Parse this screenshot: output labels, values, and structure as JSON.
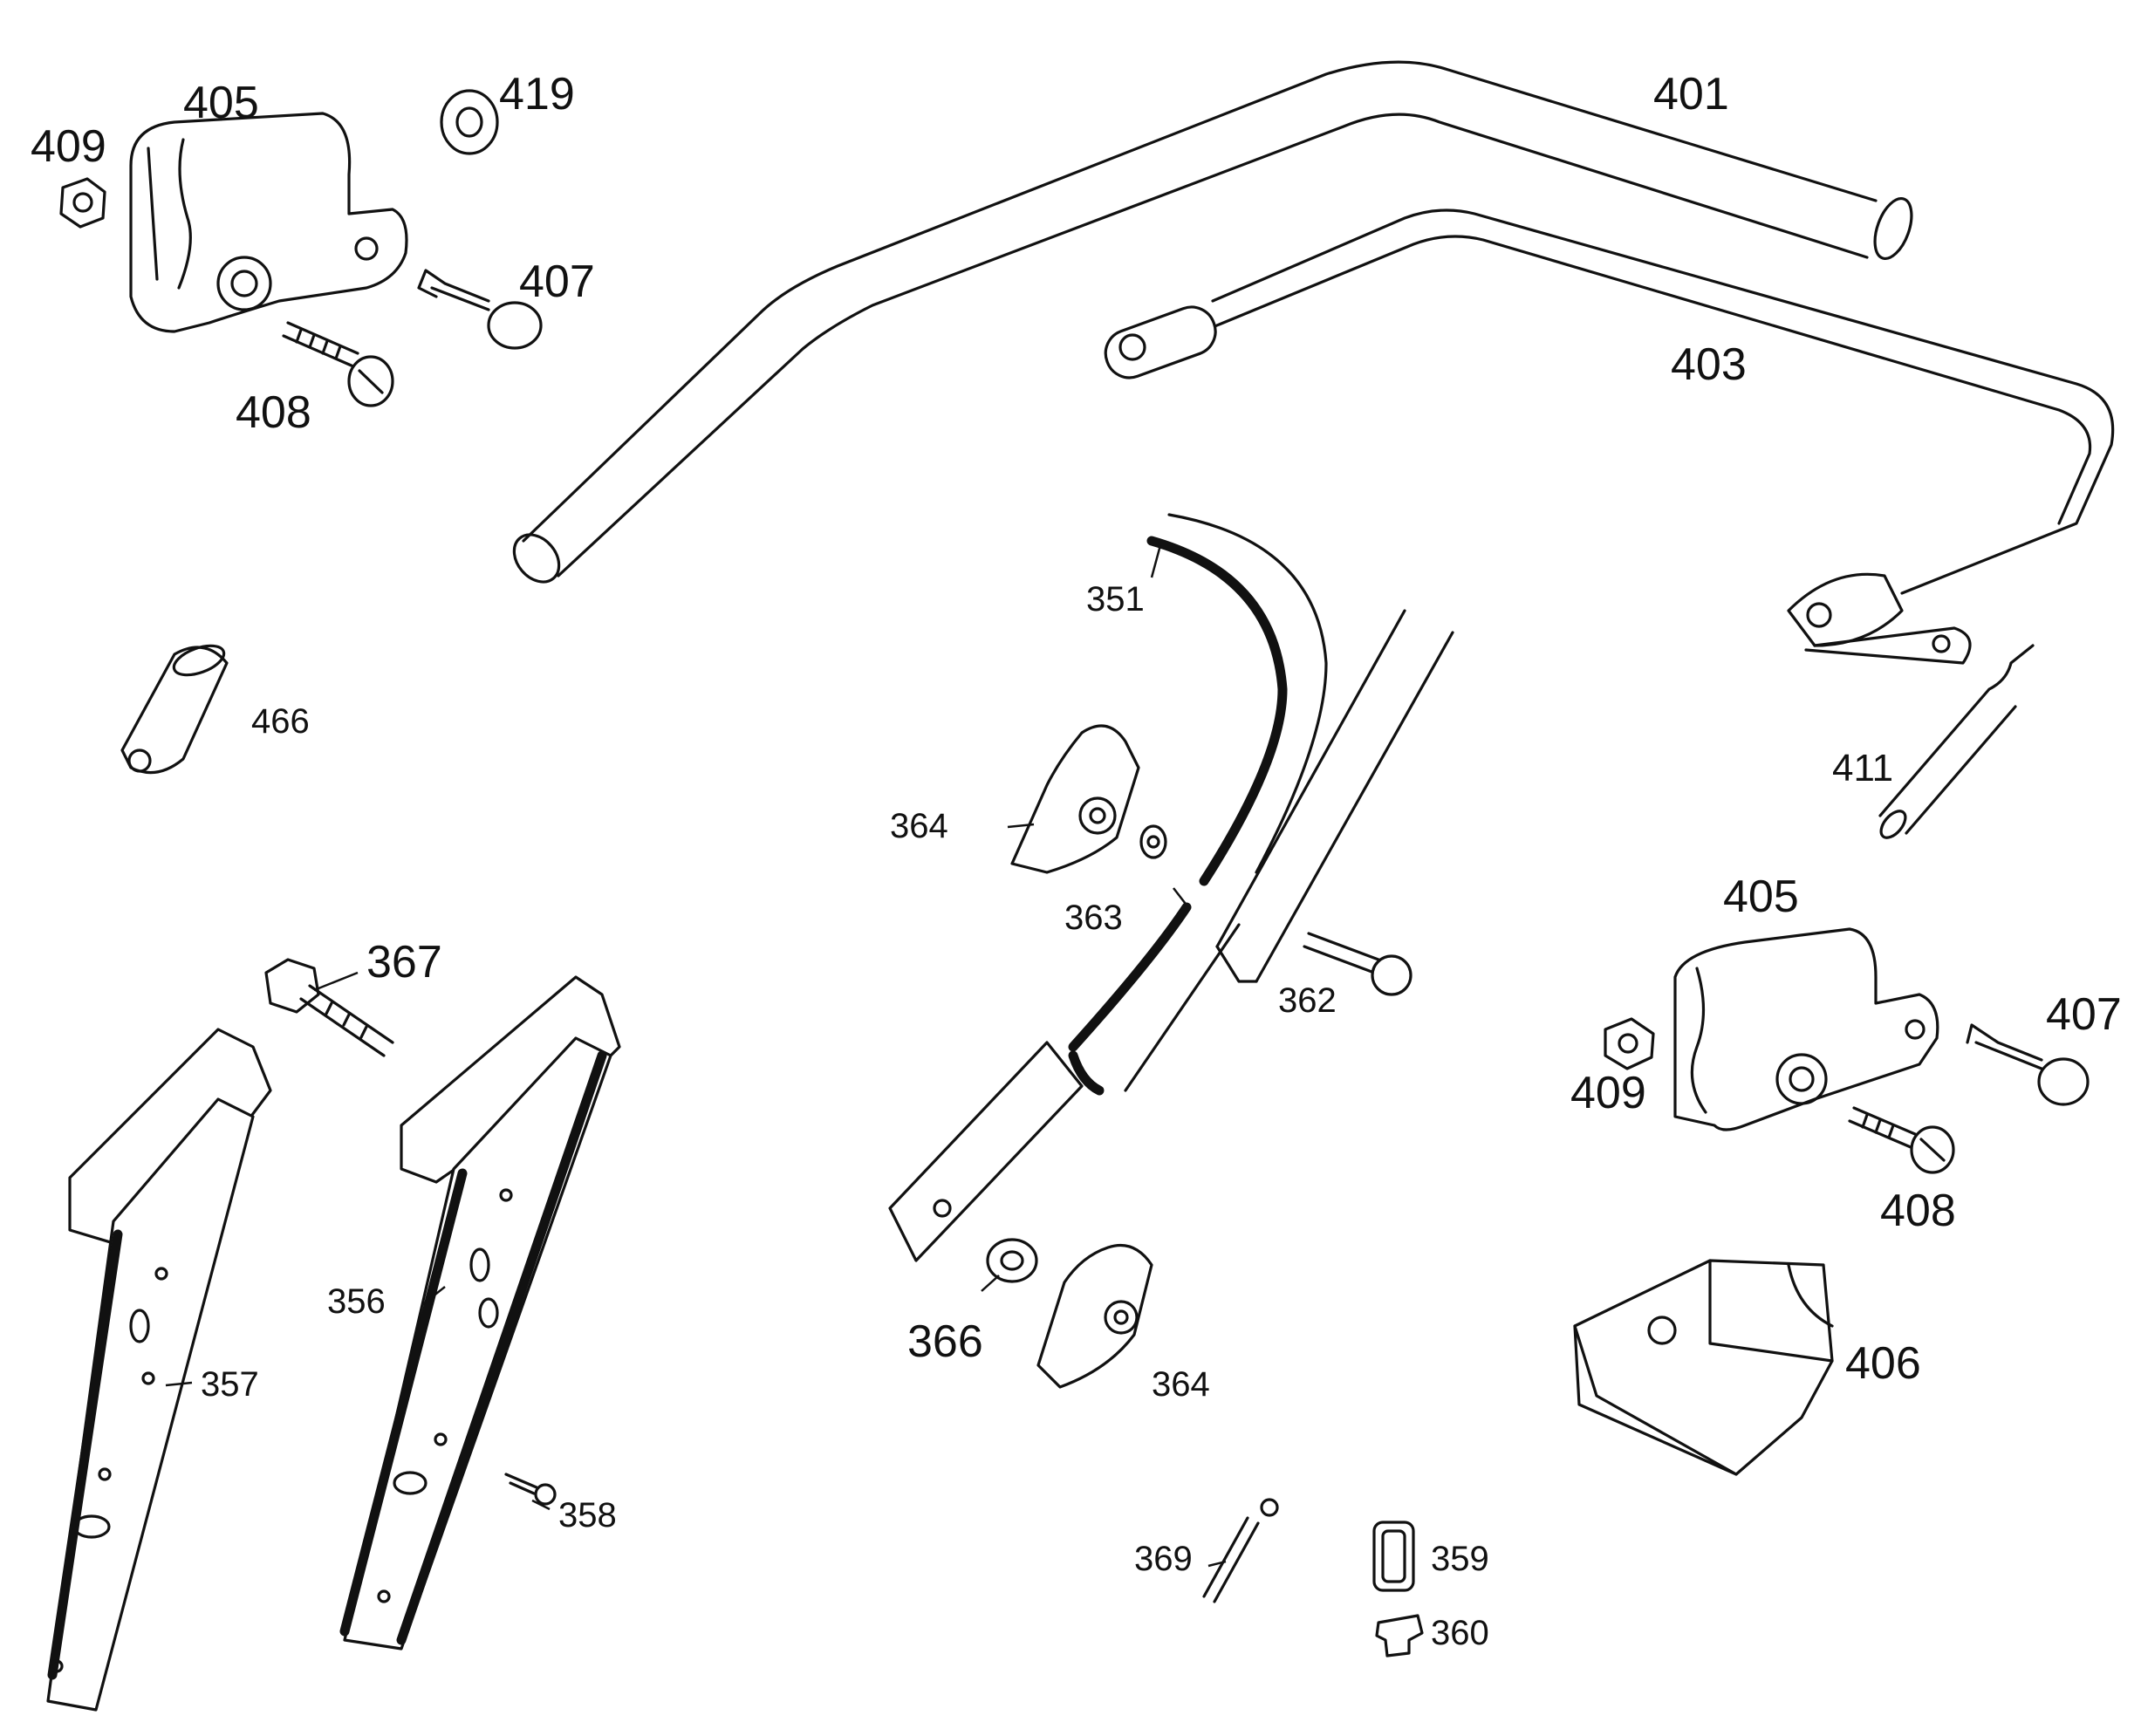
{
  "labels": {
    "p401": "401",
    "p403": "403",
    "p405_top": "405",
    "p405_right": "405",
    "p406": "406",
    "p407_top": "407",
    "p407_right": "407",
    "p408_top": "408",
    "p408_right": "408",
    "p409_top": "409",
    "p409_right": "409",
    "p411": "411",
    "p419": "419",
    "p466": "466",
    "p351": "351",
    "p356": "356",
    "p357": "357",
    "p358": "358",
    "p359": "359",
    "p360": "360",
    "p362": "362",
    "p363": "363",
    "p364_top": "364",
    "p364_bottom": "364",
    "p366": "366",
    "p367": "367",
    "p369": "369"
  }
}
